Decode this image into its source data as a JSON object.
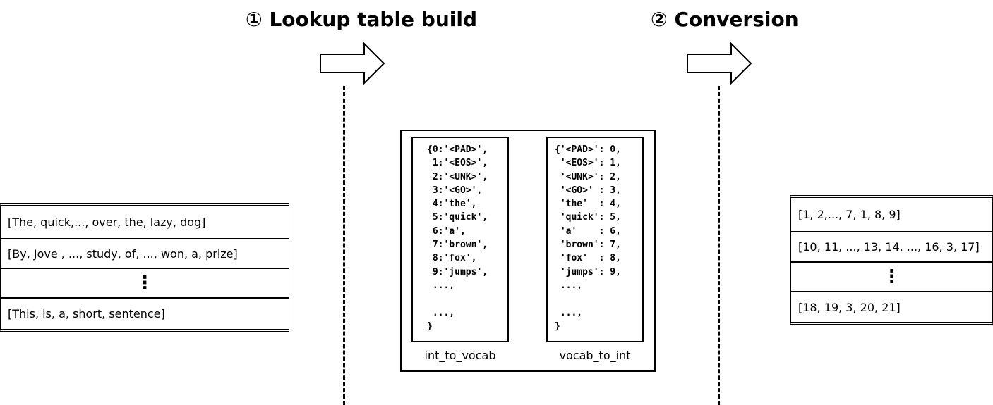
{
  "steps": {
    "step1_title": "① Lookup table build",
    "step2_title": "② Conversion"
  },
  "sentences": [
    "[The, quick,..., over, the, lazy, dog]",
    "[By, Jove , ..., study, of, ..., won, a, prize]",
    "⋮",
    "[This, is, a, short, sentence]"
  ],
  "int_to_vocab": {
    "lines": [
      "{0:'<PAD>',",
      " 1:'<EOS>',",
      " 2:'<UNK>',",
      " 3:'<GO>',",
      " 4:'the',",
      " 5:'quick',",
      " 6:'a',",
      " 7:'brown',",
      " 8:'fox',",
      " 9:'jumps',",
      " ...,",
      "",
      " ...,",
      "}"
    ],
    "caption": "int_to_vocab"
  },
  "vocab_to_int": {
    "lines": [
      "{'<PAD>': 0,",
      " '<EOS>': 1,",
      " '<UNK>': 2,",
      " '<GO>' : 3,",
      " 'the'  : 4,",
      " 'quick': 5,",
      " 'a'    : 6,",
      " 'brown': 7,",
      " 'fox'  : 8,",
      " 'jumps': 9,",
      " ...,",
      "",
      " ...,",
      "}"
    ],
    "caption": "vocab_to_int"
  },
  "converted": [
    "[1, 2,..., 7, 1, 8, 9]",
    "[10, 11, ..., 13, 14, ..., 16, 3, 17]",
    "⋮",
    "[18, 19, 3, 20, 21]"
  ]
}
